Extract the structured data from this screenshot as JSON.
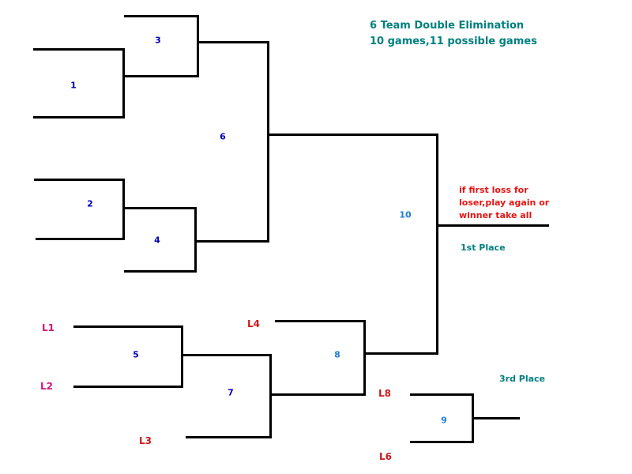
{
  "header": {
    "title_line1": "6 Team Double Elimination",
    "title_line2": "10 games,11 possible games"
  },
  "note": {
    "line1": "if first loss for",
    "line2": "loser,play again or",
    "line3": "winner take all"
  },
  "places": {
    "first": "1st Place",
    "third": "3rd Place"
  },
  "games": {
    "g1": "1",
    "g2": "2",
    "g3": "3",
    "g4": "4",
    "g5": "5",
    "g6": "6",
    "g7": "7",
    "g8": "8",
    "g9": "9",
    "g10": "10"
  },
  "loser_slots": {
    "l1": "L1",
    "l2": "L2",
    "l3": "L3",
    "l4": "L4",
    "l6": "L6",
    "l8": "L8"
  },
  "colors": {
    "winners_number": "#0000b4",
    "final_number": "#1e7fd6",
    "teal_text": "#008080",
    "red_text": "#e81414",
    "loser_red": "#cc1a1a",
    "loser_magenta": "#d6177b",
    "line": "#000000",
    "background": "#ffffff"
  }
}
